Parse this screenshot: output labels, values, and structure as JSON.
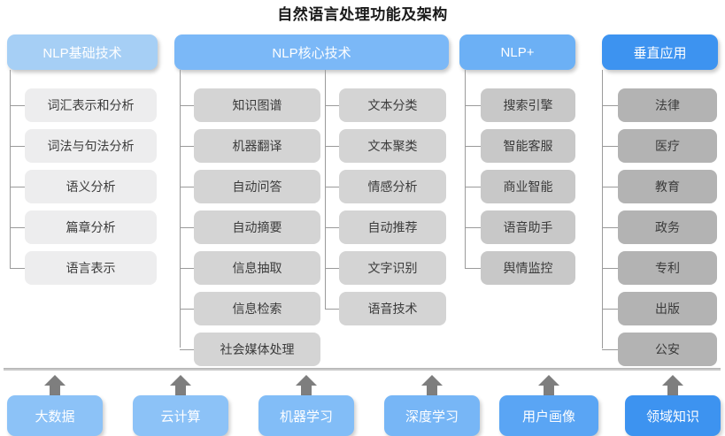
{
  "title": "自然语言处理功能及架构",
  "colors": {
    "header_basic": "#a6cff5",
    "header_core": "#7bb8f7",
    "header_plus": "#6cb0f5",
    "header_vertical": "#3d93f0",
    "leaf_light": "#ededee",
    "leaf_mid": "#d4d4d4",
    "leaf_dark": "#c8c8c8",
    "leaf_darker": "#b3b3b3",
    "line": "#9a9a9a",
    "arrow": "#7e7e7e",
    "title_text": "#1a1a1a",
    "leaf_text": "#3b3b3b"
  },
  "headers": [
    {
      "label": "NLP基础技术",
      "color_key": "header_basic"
    },
    {
      "label": "NLP核心技术",
      "color_key": "header_core"
    },
    {
      "label": "NLP+",
      "color_key": "header_plus"
    },
    {
      "label": "垂直应用",
      "color_key": "header_vertical"
    }
  ],
  "columns": {
    "basic": {
      "header": "NLP基础技术",
      "items": [
        "词汇表示和分析",
        "词法与句法分析",
        "语义分析",
        "篇章分析",
        "语言表示"
      ]
    },
    "core_left": {
      "header": "NLP核心技术",
      "items": [
        "知识图谱",
        "机器翻译",
        "自动问答",
        "自动摘要",
        "信息抽取",
        "信息检索",
        "社会媒体处理"
      ]
    },
    "core_right": {
      "header": "NLP核心技术",
      "items": [
        "文本分类",
        "文本聚类",
        "情感分析",
        "自动推荐",
        "文字识别",
        "语音技术"
      ]
    },
    "plus": {
      "header": "NLP+",
      "items": [
        "搜索引擎",
        "智能客服",
        "商业智能",
        "语音助手",
        "舆情监控"
      ]
    },
    "vertical": {
      "header": "垂直应用",
      "items": [
        "法律",
        "医疗",
        "教育",
        "政务",
        "专利",
        "出版",
        "公安"
      ]
    }
  },
  "foundation": {
    "items": [
      {
        "label": "大数据",
        "color": "#8cc2f7"
      },
      {
        "label": "云计算",
        "color": "#8cc2f7"
      },
      {
        "label": "机器学习",
        "color": "#82bdf7"
      },
      {
        "label": "深度学习",
        "color": "#77b6f6"
      },
      {
        "label": "用户画像",
        "color": "#5aa5f4"
      },
      {
        "label": "领域知识",
        "color": "#3d93f0"
      }
    ]
  }
}
